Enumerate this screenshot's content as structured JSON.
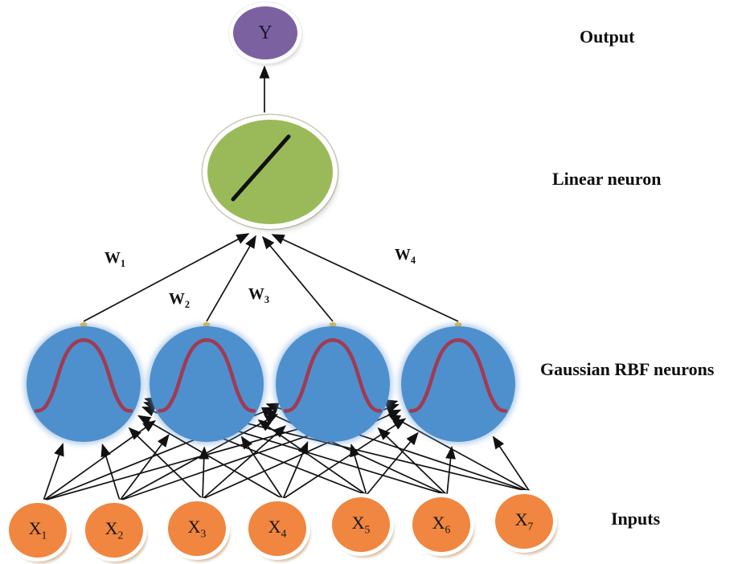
{
  "colors": {
    "output_node": "#7c61a1",
    "linear_node": "#9aba59",
    "rbf_node": "#4e90ce",
    "gaussian_curve": "#a23a52",
    "input_node": "#f0863f",
    "input_shadow": "#d9c0a4",
    "connector": "#111111",
    "anchor_dot": "#eebe3a"
  },
  "nodes": {
    "output": {
      "label": "Y"
    },
    "linear_neuron": {
      "icon": "diagonal-line-icon"
    },
    "rbf_neurons": [
      {
        "icon": "gaussian-curve-icon"
      },
      {
        "icon": "gaussian-curve-icon"
      },
      {
        "icon": "gaussian-curve-icon"
      },
      {
        "icon": "gaussian-curve-icon"
      }
    ],
    "inputs": [
      {
        "base": "X",
        "sub": "1"
      },
      {
        "base": "X",
        "sub": "2"
      },
      {
        "base": "X",
        "sub": "3"
      },
      {
        "base": "X",
        "sub": "4"
      },
      {
        "base": "X",
        "sub": "5"
      },
      {
        "base": "X",
        "sub": "6"
      },
      {
        "base": "X",
        "sub": "7"
      }
    ]
  },
  "weights": [
    {
      "base": "W",
      "sub": "1"
    },
    {
      "base": "W",
      "sub": "2"
    },
    {
      "base": "W",
      "sub": "3"
    },
    {
      "base": "W",
      "sub": "4"
    }
  ],
  "layer_labels": {
    "output": "Output",
    "linear": "Linear neuron",
    "rbf": "Gaussian RBF neurons",
    "inputs": "Inputs"
  }
}
